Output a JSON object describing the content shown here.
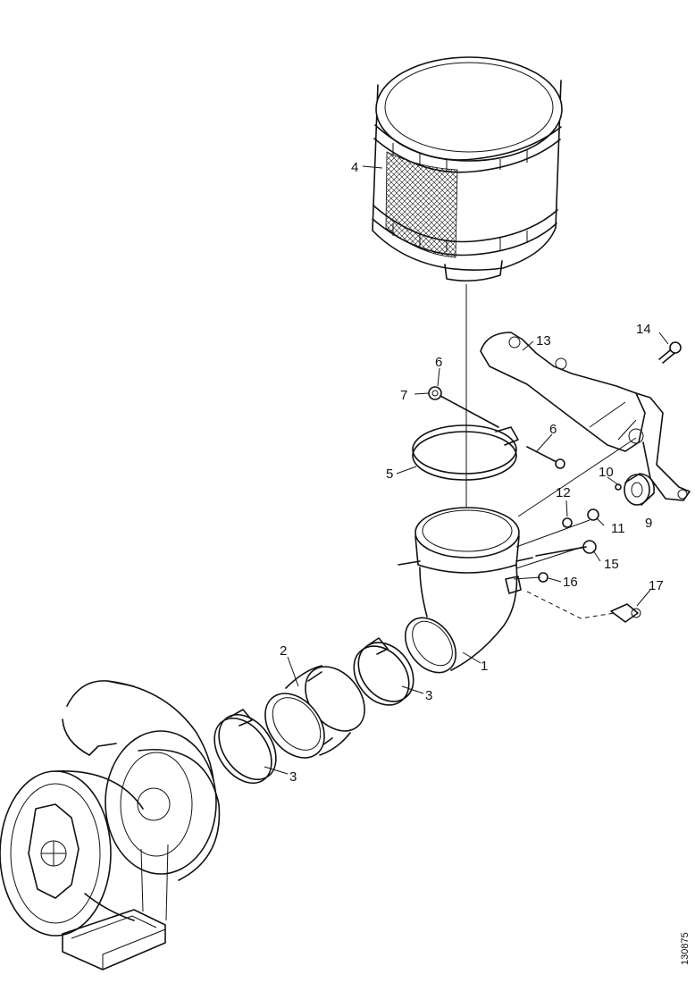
{
  "callouts": {
    "c1": "1",
    "c2": "2",
    "c3a": "3",
    "c3b": "3",
    "c4": "4",
    "c5": "5",
    "c6a": "6",
    "c6b": "6",
    "c7": "7",
    "c9": "9",
    "c10": "10",
    "c11": "11",
    "c12": "12",
    "c13": "13",
    "c14": "14",
    "c15": "15",
    "c16": "16",
    "c17": "17"
  },
  "reference_code": "130875"
}
